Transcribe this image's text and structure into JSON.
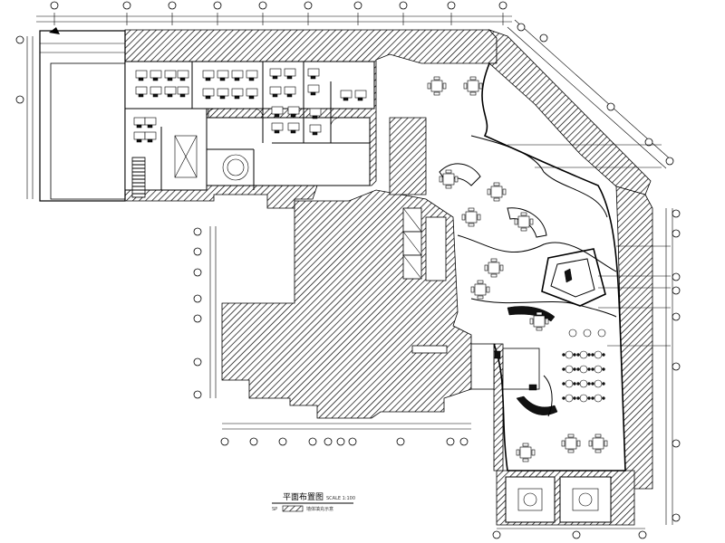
{
  "drawing": {
    "title": "平面布置图",
    "scale_note": "SCALE 1:100",
    "legend_code": "SP",
    "legend_text": "墙体填充示意"
  }
}
